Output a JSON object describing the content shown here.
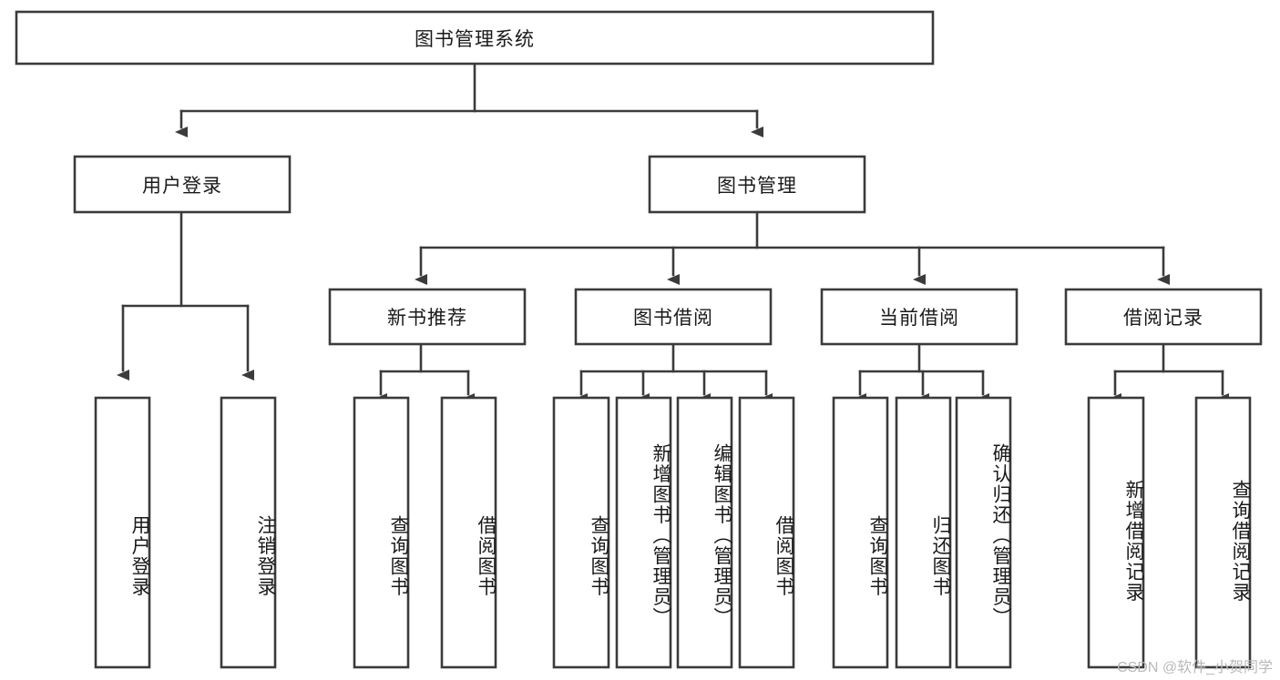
{
  "diagram": {
    "title": "图书管理系统",
    "type": "hierarchy-tree",
    "watermark": "CSDN @软件_小贺同学",
    "levels": {
      "root": {
        "label": "图书管理系统"
      },
      "level1": [
        {
          "id": "user-login",
          "label": "用户登录"
        },
        {
          "id": "book-management",
          "label": "图书管理"
        }
      ],
      "level2": [
        {
          "id": "new-book-recommend",
          "label": "新书推荐",
          "parent": "book-management"
        },
        {
          "id": "book-borrow",
          "label": "图书借阅",
          "parent": "book-management"
        },
        {
          "id": "current-borrow",
          "label": "当前借阅",
          "parent": "book-management"
        },
        {
          "id": "borrow-record",
          "label": "借阅记录",
          "parent": "book-management"
        }
      ],
      "leaves": [
        {
          "id": "leaf-user-login",
          "label": "用户登录",
          "parent": "user-login"
        },
        {
          "id": "leaf-logout-login",
          "label": "注销登录",
          "parent": "user-login"
        },
        {
          "id": "leaf-query-book-1",
          "label": "查询图书",
          "parent": "new-book-recommend"
        },
        {
          "id": "leaf-borrow-book-1",
          "label": "借阅图书",
          "parent": "new-book-recommend"
        },
        {
          "id": "leaf-query-book-2",
          "label": "查询图书",
          "parent": "book-borrow"
        },
        {
          "id": "leaf-add-book",
          "label": "新增图书（管理员）",
          "parent": "book-borrow"
        },
        {
          "id": "leaf-edit-book",
          "label": "编辑图书（管理员）",
          "parent": "book-borrow"
        },
        {
          "id": "leaf-borrow-book-2",
          "label": "借阅图书",
          "parent": "book-borrow"
        },
        {
          "id": "leaf-query-book-3",
          "label": "查询图书",
          "parent": "current-borrow"
        },
        {
          "id": "leaf-return-book",
          "label": "归还图书",
          "parent": "current-borrow"
        },
        {
          "id": "leaf-confirm-return",
          "label": "确认归还（管理员）",
          "parent": "current-borrow"
        },
        {
          "id": "leaf-add-record",
          "label": "新增借阅记录",
          "parent": "borrow-record"
        },
        {
          "id": "leaf-query-record",
          "label": "查询借阅记录",
          "parent": "borrow-record"
        }
      ]
    },
    "colors": {
      "box_stroke": "#3b3b3b",
      "box_fill": "#ffffff",
      "text": "#1a1a1a",
      "background": "#ffffff",
      "watermark": "#b9b9b9"
    }
  }
}
